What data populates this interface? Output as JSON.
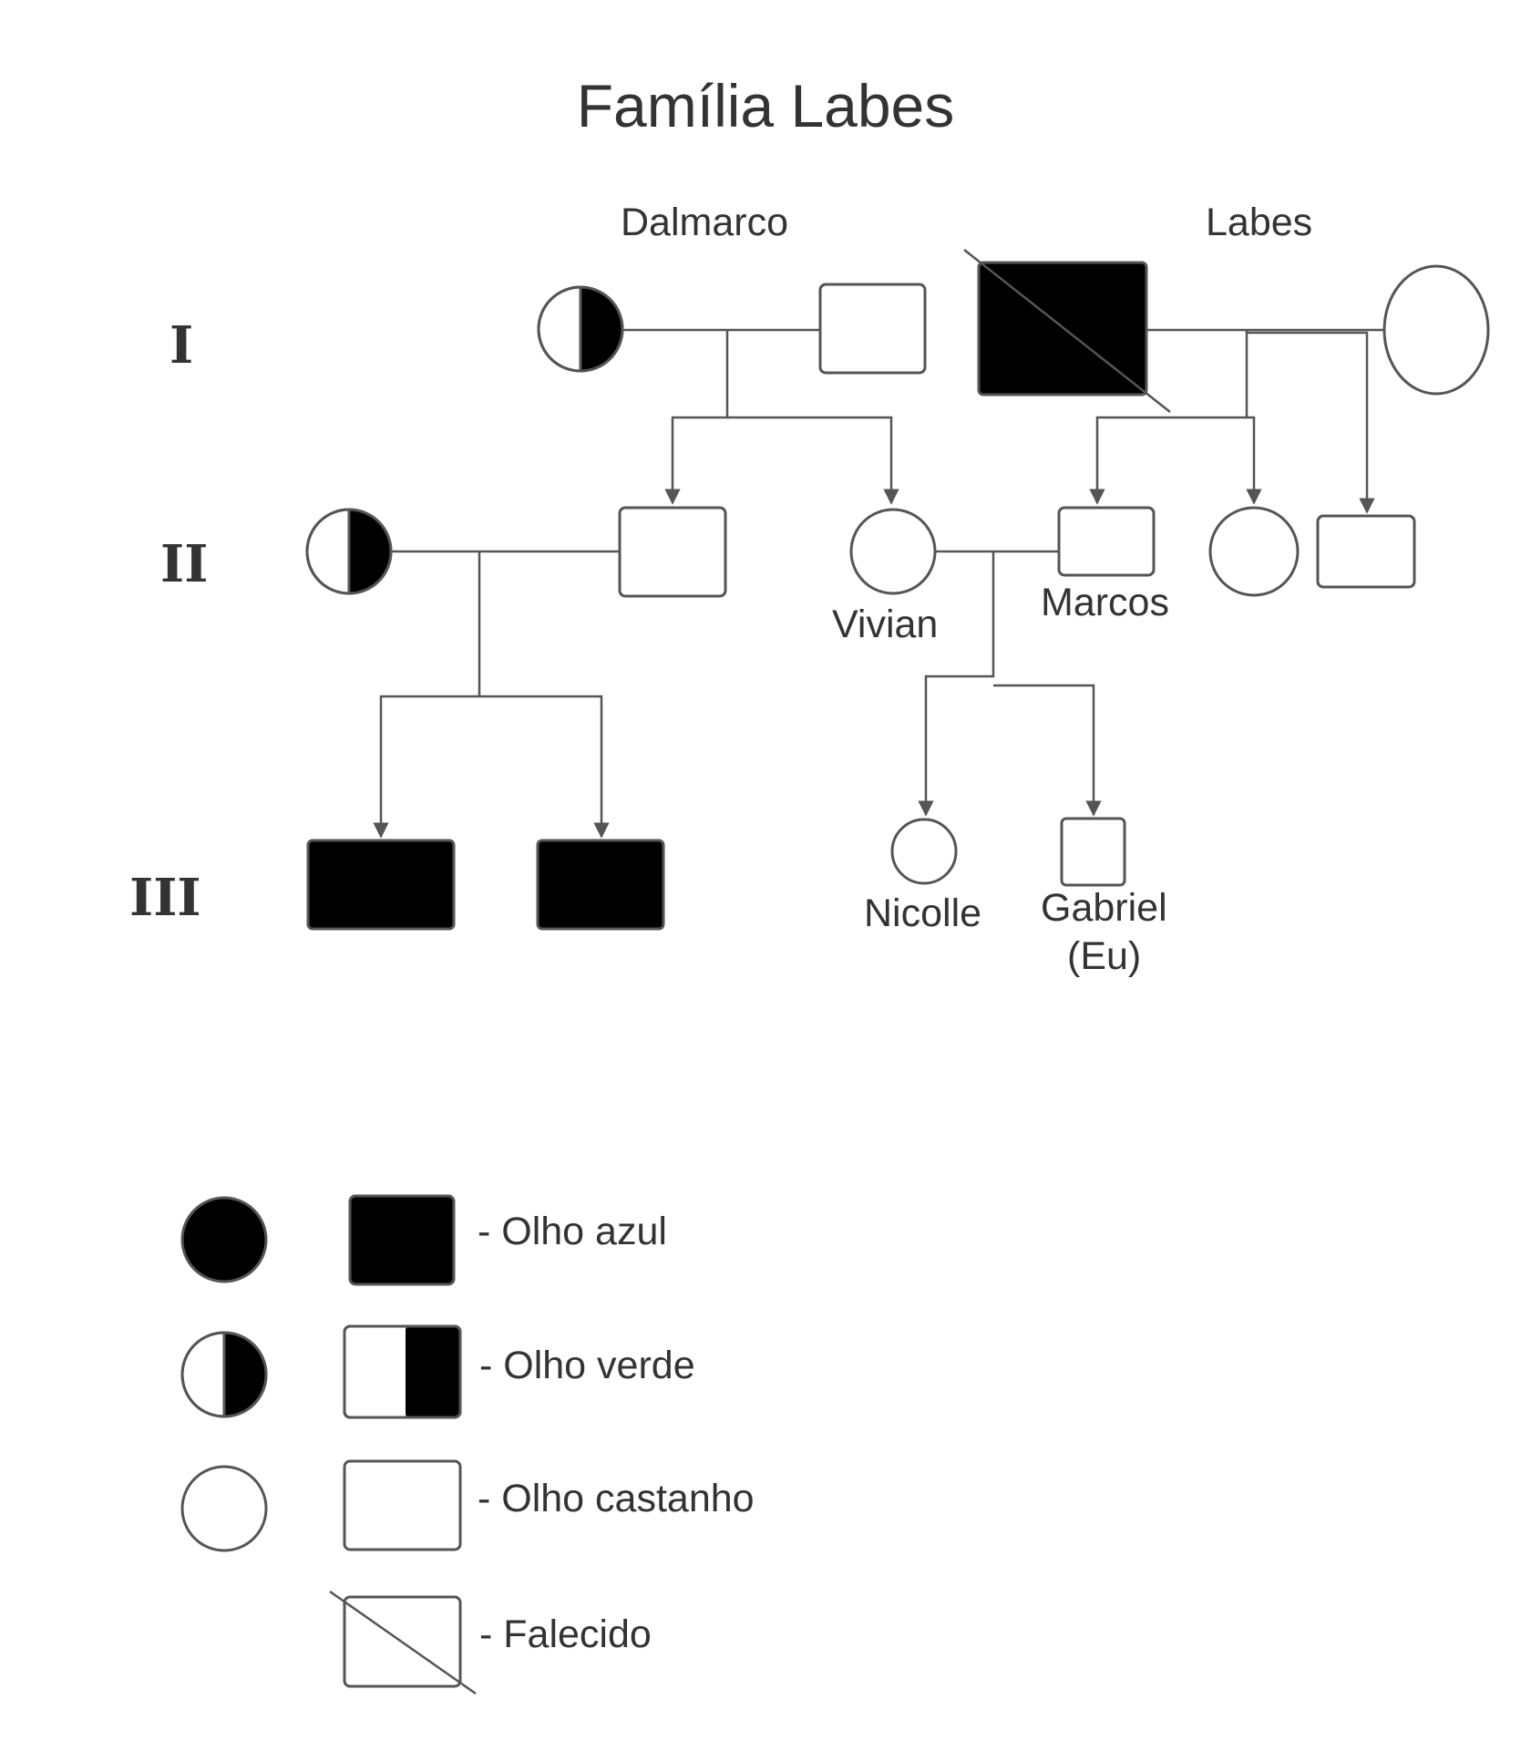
{
  "title": "Família Labes",
  "families": {
    "left": "Dalmarco",
    "right": "Labes"
  },
  "generations": [
    "I",
    "II",
    "III"
  ],
  "names": {
    "vivian": "Vivian",
    "marcos": "Marcos",
    "nicolle": "Nicolle",
    "gabriel_line1": "Gabriel",
    "gabriel_line2": "(Eu)"
  },
  "legend": {
    "blue": "- Olho azul",
    "green": "- Olho verde",
    "brown": "- Olho castanho",
    "deceased": "- Falecido"
  },
  "colors": {
    "line": "#555555",
    "fill_affected": "#000000",
    "fill_unaffected": "#ffffff",
    "text": "#333333"
  }
}
